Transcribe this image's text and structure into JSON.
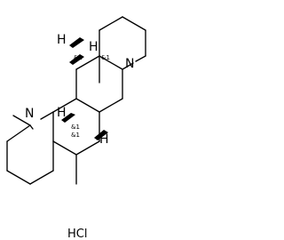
{
  "molecule": {
    "atoms": {
      "n_right": "N",
      "n_left": "N",
      "h_top": "H",
      "h_mid": "H",
      "h_lower": "H",
      "h_right": "H"
    },
    "stereo": {
      "top_center": "&1",
      "top_right": "&1",
      "lower_left": "&1",
      "lower_right": "&1"
    },
    "salt": "HCl"
  }
}
